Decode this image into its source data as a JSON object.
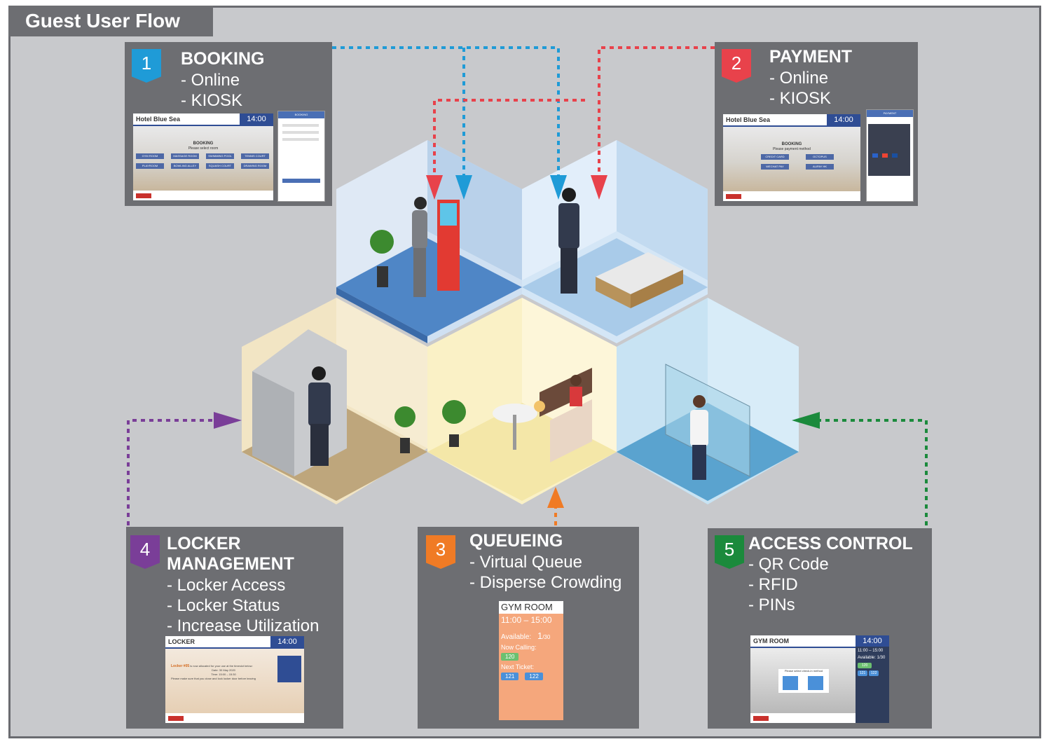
{
  "title": "Guest User Flow",
  "colors": {
    "booking": "#1f9bd7",
    "payment": "#e8424b",
    "queueing": "#f07b25",
    "locker": "#7a3e98",
    "access": "#1b8a3c",
    "card_bg": "#6d6e72",
    "frame_bg": "#c8c9cc"
  },
  "cards": {
    "booking": {
      "number": "1",
      "title": "BOOKING",
      "items": [
        "- Online",
        "- KIOSK"
      ]
    },
    "payment": {
      "number": "2",
      "title": "PAYMENT",
      "items": [
        "- Online",
        "- KIOSK"
      ]
    },
    "queueing": {
      "number": "3",
      "title": "QUEUEING",
      "items": [
        "- Virtual Queue",
        "- Disperse Crowding"
      ]
    },
    "locker": {
      "number": "4",
      "title_lines": [
        "LOCKER",
        "MANAGEMENT"
      ],
      "items": [
        "- Locker Access",
        "- Locker Status",
        "- Increase Utilization"
      ]
    },
    "access": {
      "number": "5",
      "title": "ACCESS CONTROL",
      "items": [
        "- QR Code",
        "- RFID",
        "- PINs"
      ]
    }
  },
  "screens": {
    "booking": {
      "hotel": "Hotel Blue Sea",
      "time": "14:00",
      "heading": "BOOKING",
      "sub": "Please select room",
      "buttons": [
        "GYM ROOM",
        "MASSAGE ROOM",
        "SWIMMING POOL",
        "TENNIS COURT",
        "PLAYROOM",
        "BOWLING ALLEY",
        "SQUASH COURT",
        "DRAWING ROOM"
      ],
      "phone_header": "BOOKING"
    },
    "payment": {
      "hotel": "Hotel Blue Sea",
      "time": "14:00",
      "heading": "BOOKING",
      "sub": "Please payment method",
      "buttons": [
        "CREDIT CARD",
        "OCTOPUS",
        "WECHAT PAY",
        "ALIPAY HK"
      ],
      "phone_header": "PAYMENT"
    },
    "locker": {
      "title": "LOCKER",
      "time": "14:00",
      "locker_no": "Locker #05",
      "line1": "is now allocated for your use at the timeslot below:",
      "line2": "Date: 30 May 2020",
      "line3": "Time: 15:00 – 15:30",
      "line4": "Please make sure that you close and lock locker door before leaving"
    },
    "queue": {
      "room": "GYM ROOM",
      "slot": "11:00 – 15:00",
      "available_label": "Available:",
      "available_value": "1",
      "available_total": "/30",
      "now_calling_label": "Now Calling:",
      "now_calling": "120",
      "next_label": "Next Ticket:",
      "next": [
        "121",
        "122"
      ]
    },
    "access": {
      "room": "GYM ROOM",
      "time": "14:00",
      "slot": "11:00 – 15:00",
      "available_label": "Available:",
      "available_value": "1",
      "available_total": "/30",
      "prompt": "Please select check-in method",
      "now_calling": "120",
      "next": [
        "121",
        "122"
      ]
    }
  }
}
